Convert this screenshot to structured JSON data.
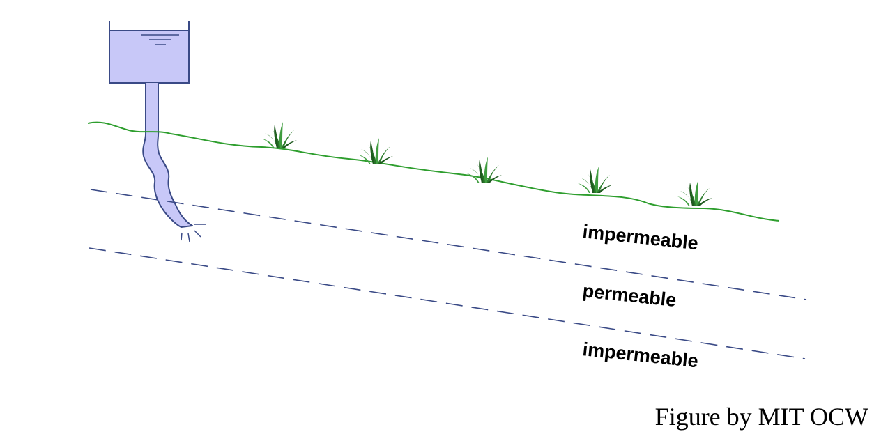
{
  "labels": {
    "upper_layer": "impermeable",
    "middle_layer": "permeable",
    "lower_layer": "impermeable"
  },
  "credit": "Figure by MIT OCW",
  "colors": {
    "tank_fill": "#c8c8f8",
    "tank_stroke": "#3a4a86",
    "ground_line": "#2e9e2e",
    "boundary_dash": "#3a4a86",
    "grass_dark": "#1e5a1e",
    "grass_light": "#3f9d3f"
  },
  "icons": [
    "water-tank-icon",
    "grass-tuft-icon"
  ]
}
